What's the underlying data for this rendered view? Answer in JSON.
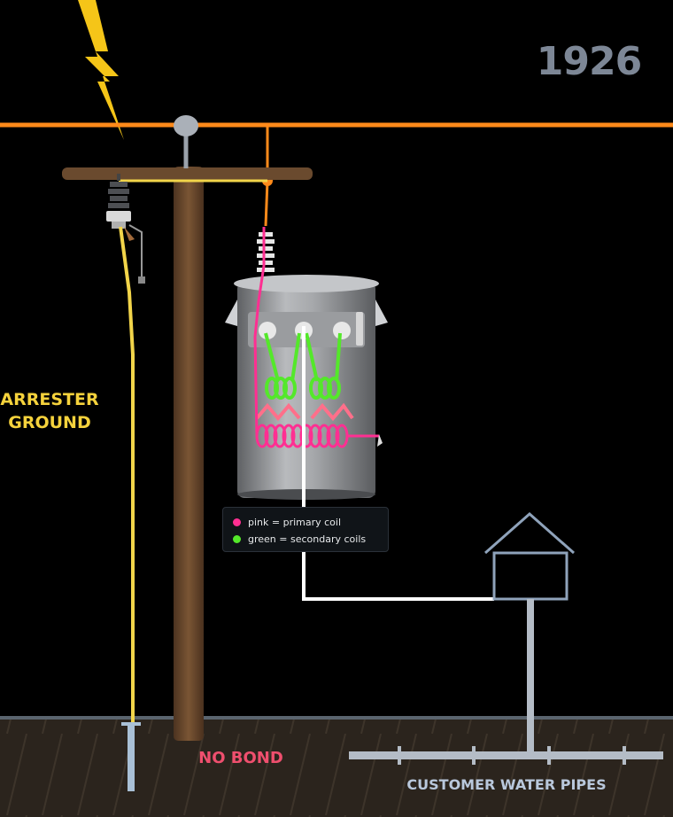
{
  "year_label": "1926",
  "arrester_label_line1": "ARRESTER",
  "arrester_label_line2": "GROUND",
  "no_bond_label": "NO BOND",
  "water_pipes_label": "CUSTOMER WATER PIPES",
  "legend": {
    "primary": "pink = primary coil",
    "secondary": "green = secondary coils"
  },
  "colors": {
    "background": "#000000",
    "primary_line": "#ff8a1a",
    "arrester_ground": "#f2d54a",
    "primary_coil": "#ff2f92",
    "secondary_coil": "#54e82a",
    "neutral": "#ffffff",
    "water_pipe": "#b4bcc6",
    "pole": "#6a4a2e",
    "earth": "#2b241d",
    "lightning": "#f5c518",
    "no_bond_text": "#ef4f6e",
    "year_text": "#7d8796"
  },
  "icons": [
    "lightning-icon",
    "house-icon",
    "ground-rod-icon",
    "insulator-icon"
  ]
}
